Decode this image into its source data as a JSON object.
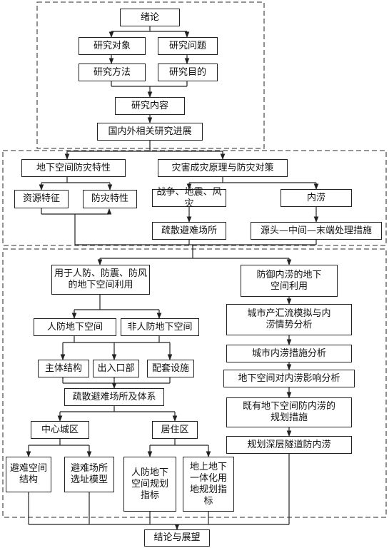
{
  "nodes": {
    "intro": "绪论",
    "research_object": "研究对象",
    "research_question": "研究问题",
    "research_method": "研究方法",
    "research_purpose": "研究目的",
    "research_content": "研究内容",
    "related_progress": "国内外相关研究进展",
    "underground_feature": "地下空间防灾特性",
    "disaster_principle": "灾害成灾原理与防灾对策",
    "resource_feature": "资源特征",
    "disaster_prevention_feature": "防灾特性",
    "war_quake_wind": "战争、地震、风灾",
    "waterlogging": "内涝",
    "evacuation_site": "疏散避难场所",
    "source_middle_end": "源头—中间—末端处理措施",
    "civil_defense_use": "用于人防、防震、防风\n的地下空间利用",
    "waterlogging_defense": "防御内涝的地下\n空间利用",
    "urban_runoff": "城市产汇流模拟与内\n涝情势分析",
    "civil_defense_space": "人防地下空间",
    "non_civil_defense_space": "非人防地下空间",
    "urban_measure_analysis": "城市内涝措施分析",
    "main_structure": "主体结构",
    "entrance": "出入口部",
    "supporting_facilities": "配套设施",
    "impact_analysis": "地下空间对内涝影响分析",
    "evacuation_system": "疏散避难场所及体系",
    "existing_planning": "既有地下空间防内涝的\n规划措施",
    "center_area": "中心城区",
    "residential_area": "居住区",
    "deep_tunnel": "规划深层隧道防内涝",
    "shelter_structure": "避难空间\n结构",
    "site_model": "避难场所\n选址模型",
    "civil_planning_index": "人防地下\n空间规划\n指标",
    "integrated_index": "地上地下\n一体化用\n地规划指\n标",
    "conclusion": "结论与展望"
  },
  "colors": {
    "line": "#222222",
    "dash": "#555555",
    "box_border": "#222222"
  }
}
